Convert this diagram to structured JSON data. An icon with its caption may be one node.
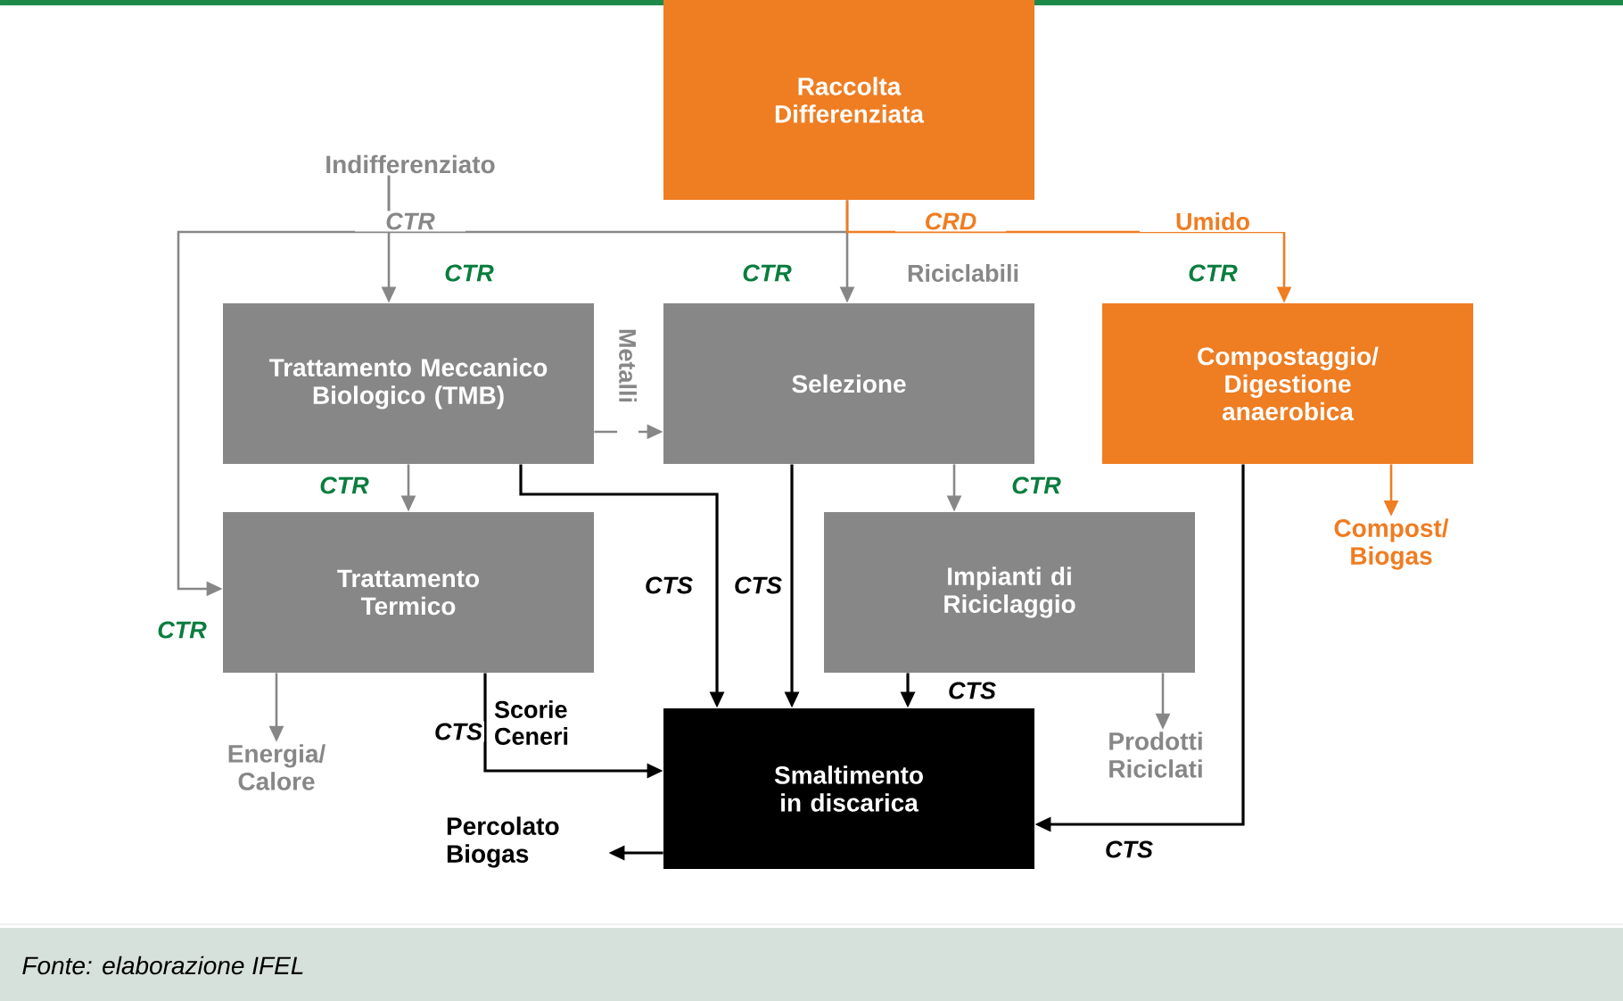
{
  "diagram": {
    "caption": "Fonte: elaborazione IFEL",
    "nodes": [
      {
        "text": [
          "Indifferenziato"
        ]
      },
      {
        "text": [
          "Raccolta Differenziata"
        ]
      },
      {
        "text": [
          "Trattamento Meccanico Biologico (TMB)"
        ]
      },
      {
        "text": [
          "Selezione"
        ]
      },
      {
        "text": [
          "Compostaggio/ Digestione anaerobica"
        ]
      },
      {
        "text": [
          "Trattamento Termico"
        ]
      },
      {
        "text": [
          "Impianti di Riciclaggio"
        ]
      },
      {
        "text": [
          "Compost/ Biogas"
        ]
      },
      {
        "text": [
          "Smaltimento in discarica"
        ]
      },
      {
        "text": [
          "Energia/ Calore"
        ]
      },
      {
        "text": [
          "Prodotti Riciclati"
        ]
      },
      {
        "text": [
          "Percolato Biogas"
        ]
      }
    ],
    "edges": [
      {
        "from": 0,
        "to": 2,
        "arrow": "to",
        "label": "CTR"
      },
      {
        "from": 0,
        "to": 5,
        "arrow": "to",
        "label": "CTR"
      },
      {
        "from": 1,
        "to": 3,
        "arrow": "to",
        "label": "CTR"
      },
      {
        "from": 1,
        "to": 4,
        "arrow": "to",
        "label": "CTR",
        "color": "#ef7d22"
      },
      {
        "from": 2,
        "to": 3,
        "arrow": "to"
      },
      {
        "from": 3,
        "to": 6,
        "arrow": "to",
        "label": "CTR"
      },
      {
        "from": 2,
        "to": 8,
        "arrow": "to",
        "label": "CTS",
        "color": "#000000"
      },
      {
        "from": 3,
        "to": 8,
        "arrow": "to",
        "label": "CTS",
        "color": "#000000"
      },
      {
        "from": 2,
        "to": 5,
        "arrow": "to",
        "label": "CTR"
      },
      {
        "from": 4,
        "to": 7,
        "arrow": "to",
        "color": "#ef7d22"
      },
      {
        "from": 4,
        "to": 8,
        "arrow": "to",
        "label": "CTS",
        "color": "#000000"
      },
      {
        "from": 5,
        "to": 9,
        "arrow": "to"
      },
      {
        "from": 5,
        "to": 8,
        "arrow": "to",
        "label": "CTS",
        "color": "#000000"
      },
      {
        "from": 6,
        "to": 8,
        "arrow": "to",
        "label": "CTS",
        "color": "#000000"
      },
      {
        "from": 6,
        "to": 10,
        "arrow": "to"
      },
      {
        "from": 8,
        "to": 11,
        "arrow": "to",
        "color": "#000000"
      }
    ],
    "labels": [
      "CTR",
      "CRD",
      "Umido",
      "Riciclabili",
      "Metalli",
      "Scorie Ceneri"
    ]
  }
}
